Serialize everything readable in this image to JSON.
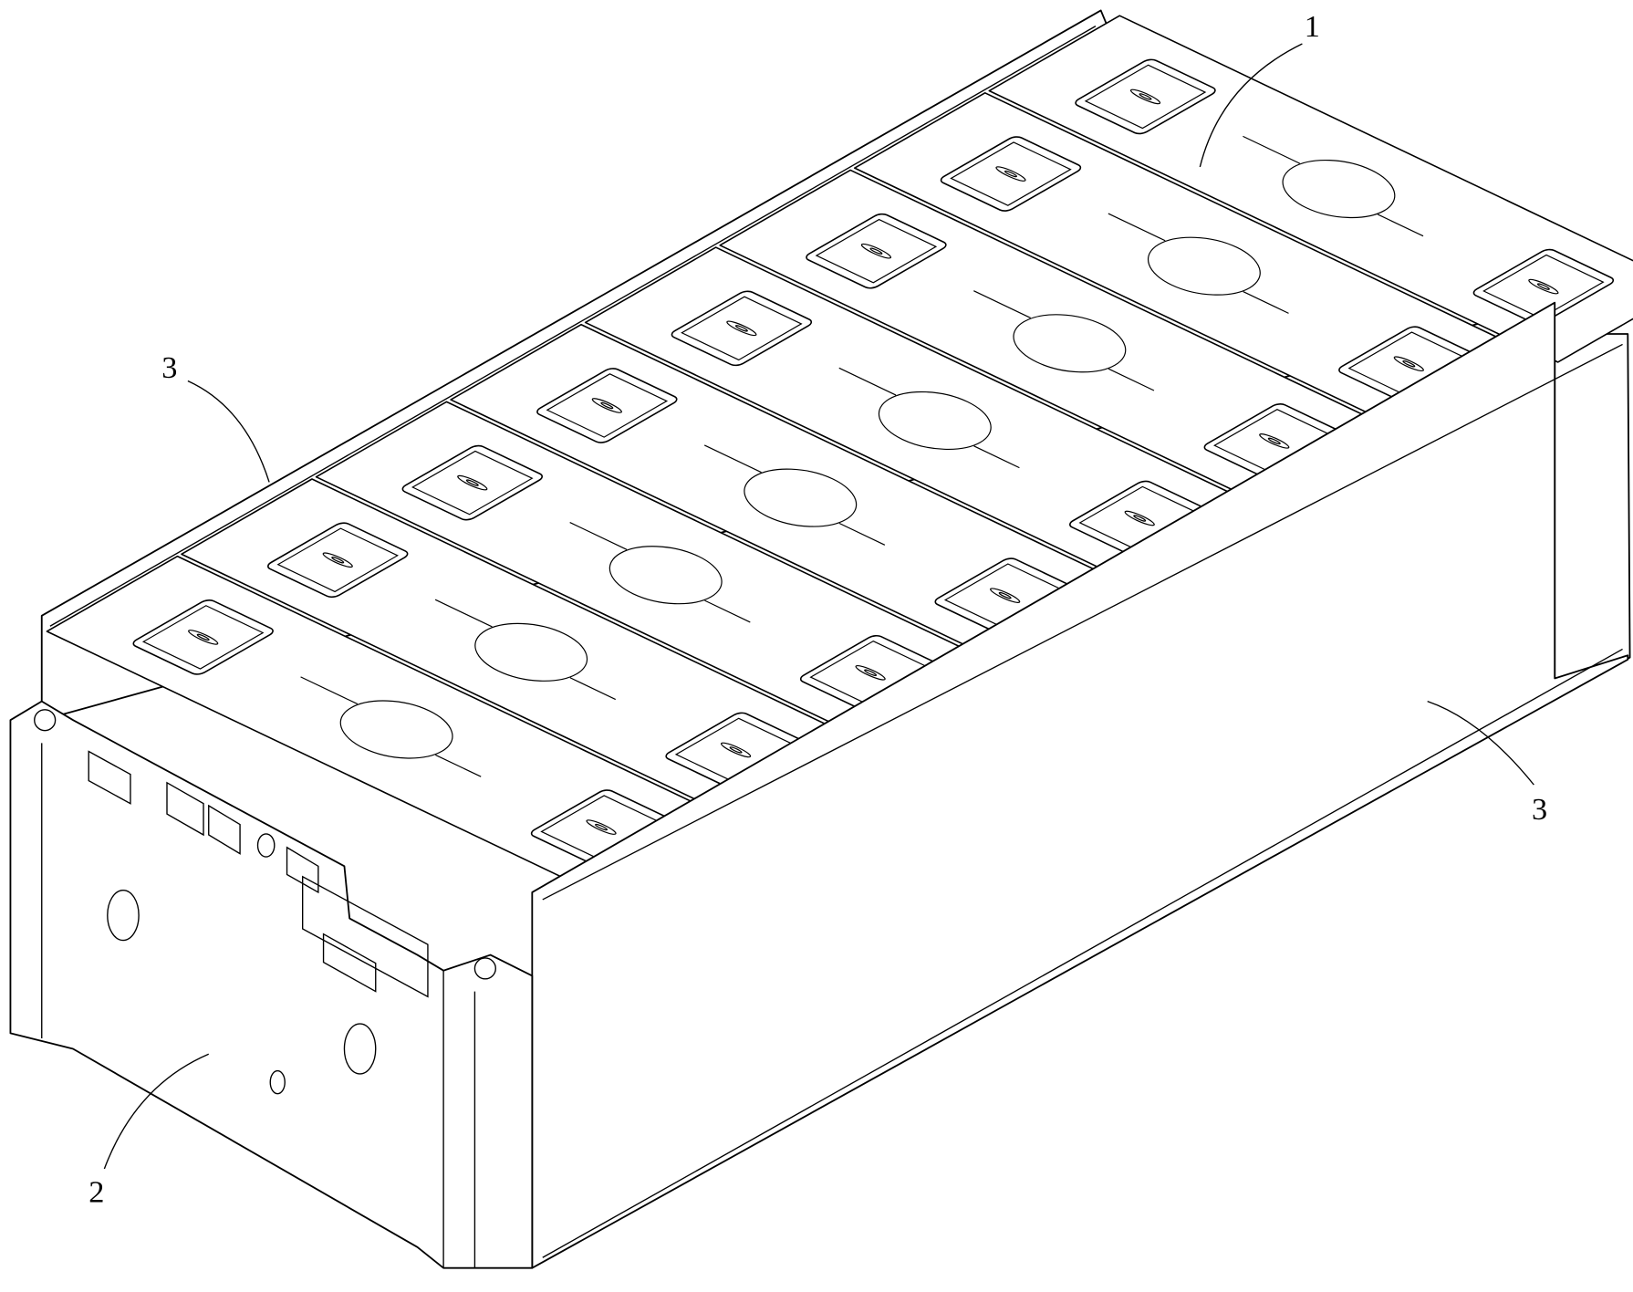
{
  "figure": {
    "labels": [
      {
        "id": "battery-cell",
        "text": "1"
      },
      {
        "id": "end-plate",
        "text": "2"
      },
      {
        "id": "side-plate-left",
        "text": "3"
      },
      {
        "id": "side-plate-right",
        "text": "3"
      }
    ],
    "cell_count": 8
  }
}
